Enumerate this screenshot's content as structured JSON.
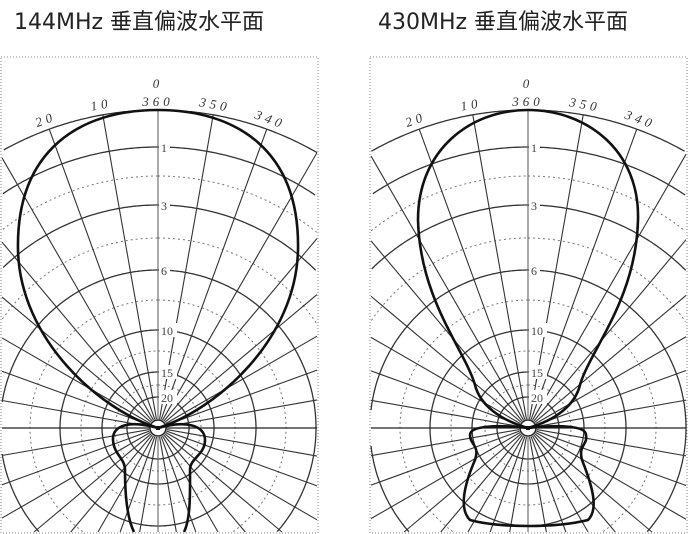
{
  "panels": [
    {
      "title": "144MHz 垂直偏波水平面",
      "angle_labels": [
        "0",
        "360",
        "350",
        "340",
        "10",
        "20"
      ],
      "ring_labels": [
        "1",
        "3",
        "6",
        "10",
        "15",
        "20"
      ]
    },
    {
      "title": "430MHz 垂直偏波水平面",
      "angle_labels": [
        "0",
        "360",
        "350",
        "340",
        "10",
        "20"
      ],
      "ring_labels": [
        "1",
        "3",
        "6",
        "10",
        "15",
        "20"
      ]
    }
  ],
  "colors": {
    "grid": "#333333",
    "pattern": "#111111",
    "dotted": "#777777"
  }
}
